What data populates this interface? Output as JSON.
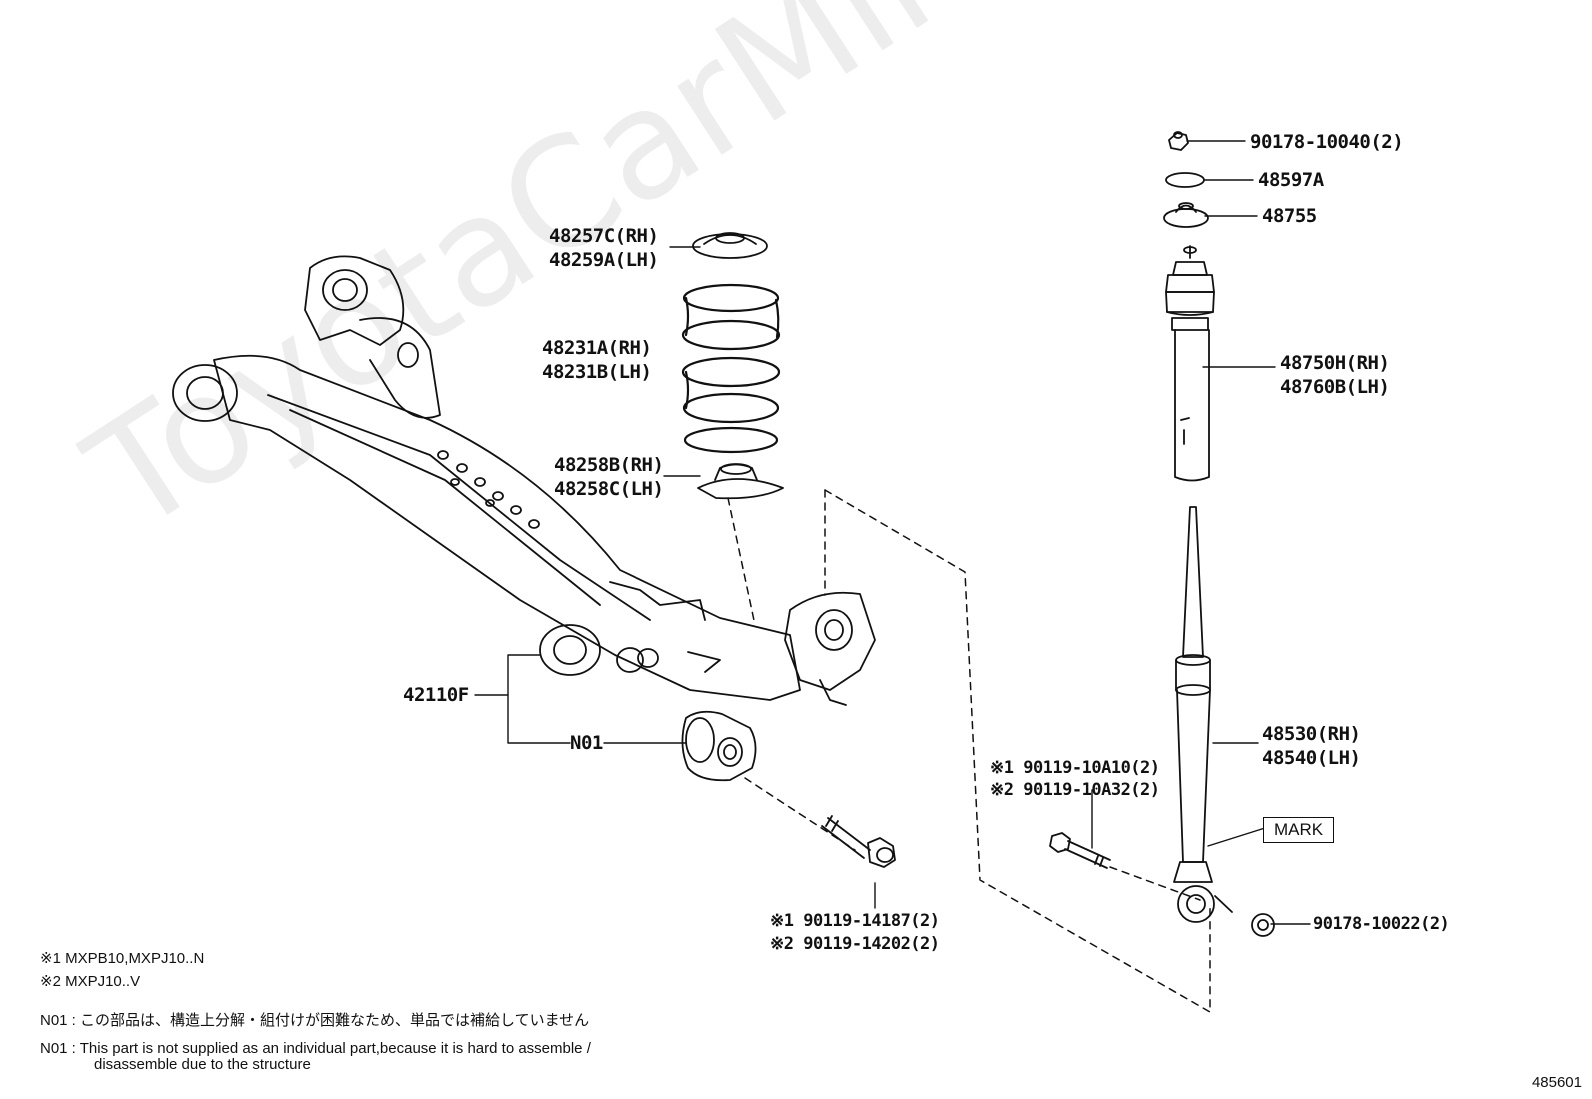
{
  "watermark": "ToyotaCarMine.ru",
  "diagram_id": "485601",
  "parts": {
    "nut_top": "90178-10040(2)",
    "washer": "48597A",
    "support": "48755",
    "shock_upper_rh": "48750H(RH)",
    "shock_upper_lh": "48760B(LH)",
    "shock_rh": "48530(RH)",
    "shock_lh": "48540(LH)",
    "mark_label": "MARK",
    "nut_lower": "90178-10022(2)",
    "bolt_shock_1": "※1 90119-10A10(2)",
    "bolt_shock_2": "※2 90119-10A32(2)",
    "seat_upper_rh": "48257C(RH)",
    "seat_upper_lh": "48259A(LH)",
    "spring_rh": "48231A(RH)",
    "spring_lh": "48231B(LH)",
    "seat_lower_rh": "48258B(RH)",
    "seat_lower_lh": "48258C(LH)",
    "beam": "42110F",
    "bushing": "N01",
    "bolt_beam_1": "※1 90119-14187(2)",
    "bolt_beam_2": "※2 90119-14202(2)"
  },
  "notes": {
    "fn1": "※1 MXPB10,MXPJ10..N",
    "fn2": "※2 MXPJ10..V",
    "n01_jp": "N01 : この部品は、構造上分解・組付けが困難なため、単品では補給していません",
    "n01_en_1": "N01 : This part is not supplied as an individual part,because it is hard to assemble /",
    "n01_en_2": "disassemble due to the structure"
  }
}
